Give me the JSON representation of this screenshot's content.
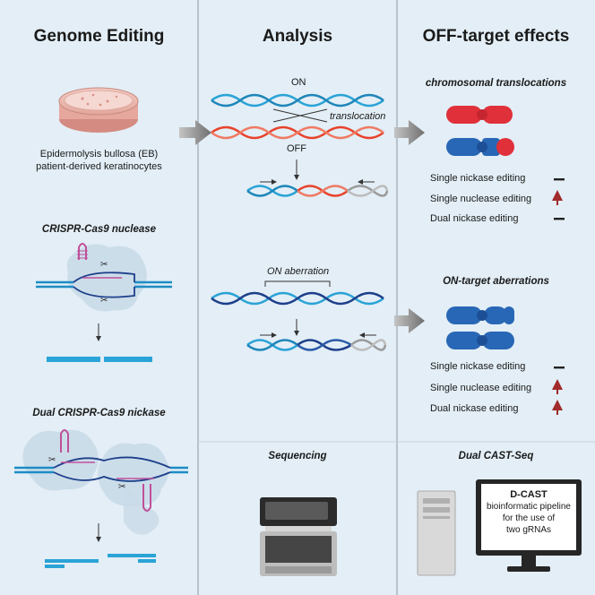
{
  "columns": {
    "left": {
      "title": "Genome Editing",
      "petri_caption": [
        "Epidermolysis bullosa (EB)",
        "patient-derived keratinocytes"
      ],
      "nuclease_title": "CRISPR-Cas9 nuclease",
      "nickase_title": "Dual CRISPR-Cas9 nickase"
    },
    "middle": {
      "title": "Analysis",
      "on_label": "ON",
      "off_label": "OFF",
      "translocation_label": "translocation",
      "aberration_label": "ON aberration",
      "sequencing_title": "Sequencing"
    },
    "right": {
      "title": "OFF-target effects",
      "translocations_title": "chromosomal translocations",
      "translocation_results": [
        {
          "label": "Single nickase editing",
          "effect": "none"
        },
        {
          "label": "Single nuclease editing",
          "effect": "increase"
        },
        {
          "label": "Dual nickase editing",
          "effect": "none"
        }
      ],
      "aberrations_title": "ON-target aberrations",
      "aberration_results": [
        {
          "label": "Single nickase editing",
          "effect": "none"
        },
        {
          "label": "Single nuclease editing",
          "effect": "increase"
        },
        {
          "label": "Dual nickase editing",
          "effect": "increase"
        }
      ],
      "dcast_title": "Dual CAST-Seq",
      "dcast_name": "D-CAST",
      "dcast_lines": [
        "bioinformatic pipeline",
        "for the use of",
        "two gRNAs"
      ]
    }
  },
  "colors": {
    "background": "#e3eef6",
    "dna_blue": "#2aa3d6",
    "dna_dark": "#1d3f8a",
    "dna_red": "#e8432c",
    "chromosome_red": "#e0303a",
    "chromosome_blue": "#2867b5",
    "guide_pink": "#c0509a",
    "increase_arrow": "#a12a2a",
    "flow_arrow": "#7b7b7b"
  }
}
